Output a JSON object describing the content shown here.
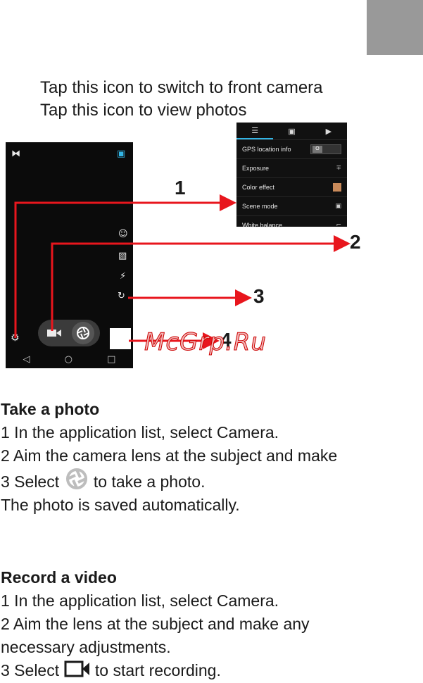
{
  "intro": {
    "line1": "Tap this icon to switch to front camera",
    "line2": "Tap this icon to view photos"
  },
  "settings_panel": {
    "tabs": [
      "settings-sliders-icon",
      "camera-icon",
      "video-icon"
    ],
    "rows": [
      {
        "label": "GPS location info",
        "value": "O"
      },
      {
        "label": "Exposure",
        "value": ""
      },
      {
        "label": "Color effect",
        "value": ""
      },
      {
        "label": "Scene mode",
        "value": ""
      },
      {
        "label": "White balance",
        "value": ""
      }
    ]
  },
  "callouts": {
    "one": "1",
    "two": "2",
    "three": "3",
    "four": "4"
  },
  "watermark": "McGrp.Ru",
  "photo_section": {
    "title": "Take a photo",
    "step1": "1 In the application list, select Camera.",
    "step2": "2 Aim the camera lens at the subject and make",
    "step3_pre": "3 Select",
    "step3_post": "to take a photo.",
    "note": "The photo is saved automatically."
  },
  "video_section": {
    "title": "Record a video",
    "step1": "1 In the application list, select Camera.",
    "step2": "2 Aim the lens at the subject and make any necessary adjustments.",
    "step3_pre": "3 Select",
    "step3_post": "to start recording."
  },
  "colors": {
    "arrow": "#e8161d",
    "gray_tab": "#999999"
  }
}
